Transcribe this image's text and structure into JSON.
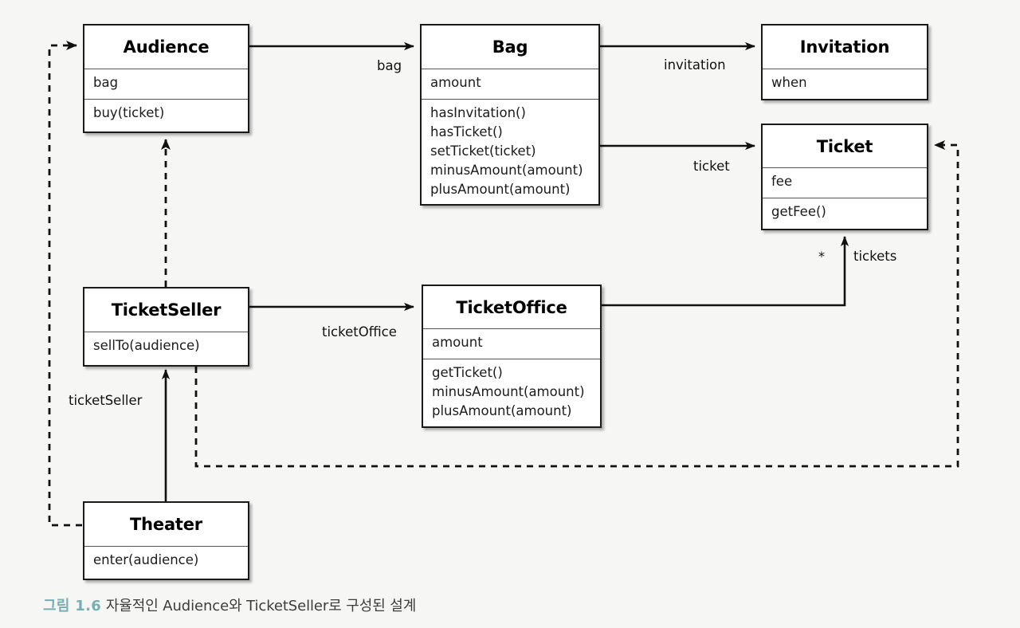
{
  "diagram": {
    "title": "자율적인 Audience와 TicketSeller로 구성된 설계",
    "figure_number": "그림 1.6",
    "accent_color": "#76b0b4",
    "background_color": "#f6f6f4",
    "box_fill": "#ffffff",
    "line_color": "#1a1a1a",
    "classes": [
      {
        "id": "audience",
        "name": "Audience",
        "attributes": [
          "bag"
        ],
        "operations": [
          "buy(ticket)"
        ]
      },
      {
        "id": "bag",
        "name": "Bag",
        "attributes": [
          "amount"
        ],
        "operations": [
          "hasInvitation()",
          "hasTicket()",
          "setTicket(ticket)",
          "minusAmount(amount)",
          "plusAmount(amount)"
        ]
      },
      {
        "id": "invitation",
        "name": "Invitation",
        "attributes": [
          "when"
        ],
        "operations": []
      },
      {
        "id": "ticket",
        "name": "Ticket",
        "attributes": [
          "fee"
        ],
        "operations": [
          "getFee()"
        ]
      },
      {
        "id": "ticketseller",
        "name": "TicketSeller",
        "attributes": [],
        "operations": [
          "sellTo(audience)"
        ]
      },
      {
        "id": "ticketoffice",
        "name": "TicketOffice",
        "attributes": [
          "amount"
        ],
        "operations": [
          "getTicket()",
          "minusAmount(amount)",
          "plusAmount(amount)"
        ]
      },
      {
        "id": "theater",
        "name": "Theater",
        "attributes": [],
        "operations": [
          "enter(audience)"
        ]
      }
    ],
    "relations": [
      {
        "id": "audience-bag",
        "from": "Audience",
        "to": "Bag",
        "label": "bag",
        "style": "solid",
        "kind": "association"
      },
      {
        "id": "bag-invitation",
        "from": "Bag",
        "to": "Invitation",
        "label": "invitation",
        "style": "solid",
        "kind": "association"
      },
      {
        "id": "bag-ticket",
        "from": "Bag",
        "to": "Ticket",
        "label": "ticket",
        "style": "solid",
        "kind": "association"
      },
      {
        "id": "ticketseller-ticketoffice",
        "from": "TicketSeller",
        "to": "TicketOffice",
        "label": "ticketOffice",
        "style": "solid",
        "kind": "association"
      },
      {
        "id": "ticketoffice-ticket",
        "from": "TicketOffice",
        "to": "Ticket",
        "label": "tickets",
        "multiplicity": "*",
        "style": "solid",
        "kind": "association"
      },
      {
        "id": "theater-ticketseller",
        "from": "Theater",
        "to": "TicketSeller",
        "label": "ticketSeller",
        "style": "solid",
        "kind": "association"
      },
      {
        "id": "ticketseller-audience",
        "from": "TicketSeller",
        "to": "Audience",
        "label": "",
        "style": "dashed",
        "kind": "dependency"
      },
      {
        "id": "theater-audience",
        "from": "Theater",
        "to": "Audience",
        "label": "",
        "style": "dashed",
        "kind": "dependency"
      },
      {
        "id": "ticketseller-ticket",
        "from": "TicketSeller",
        "to": "Ticket",
        "label": "",
        "style": "dashed",
        "kind": "dependency"
      }
    ]
  }
}
